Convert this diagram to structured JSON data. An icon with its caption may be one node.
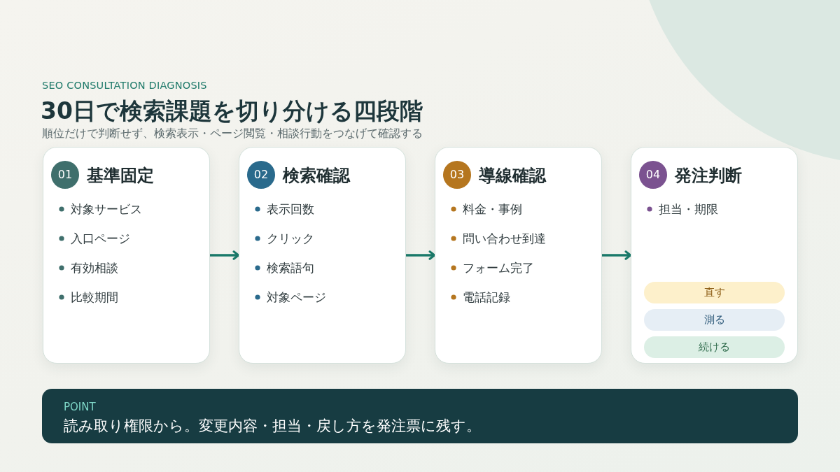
{
  "diagram": {
    "title": "30日で検索課題を切り分ける四段階",
    "nodes": [
      {
        "text": [
          "基準固定",
          "対象サービス",
          "入口ページ",
          "有効相談",
          "比較期間"
        ]
      },
      {
        "text": [
          "01"
        ],
        "in": 0
      },
      {
        "text": [
          "検索確認",
          "表示回数",
          "クリック",
          "検索語句",
          "対象ページ"
        ]
      },
      {
        "text": [
          "02"
        ],
        "in": 2
      },
      {
        "text": [
          "導線確認",
          "料金・事例",
          "問い合わせ到達",
          "フォーム完了",
          "電話記録"
        ]
      },
      {
        "text": [
          "03"
        ],
        "in": 4
      },
      {
        "text": [
          "発注判断",
          "担当・期限"
        ]
      },
      {
        "text": [
          "04"
        ],
        "in": 6
      },
      {
        "text": [
          "直す"
        ],
        "in": 6
      },
      {
        "text": [
          "測る"
        ],
        "in": 6
      },
      {
        "text": [
          "続ける"
        ],
        "in": 6
      },
      {
        "text": [
          "POINT",
          "読み取り権限から。変更内容・担当・戻し方を発注票に残す。"
        ]
      }
    ],
    "edges": [
      {
        "from": 0,
        "to": 2,
        "arrow": "to"
      },
      {
        "from": 2,
        "to": 4,
        "arrow": "to"
      },
      {
        "from": 4,
        "to": 6,
        "arrow": "to"
      }
    ],
    "labels": [
      "SEO CONSULTATION DIAGNOSIS",
      "順位だけで判断せず、検索表示・ページ閲覧・相談行動をつなげて確認する"
    ]
  }
}
